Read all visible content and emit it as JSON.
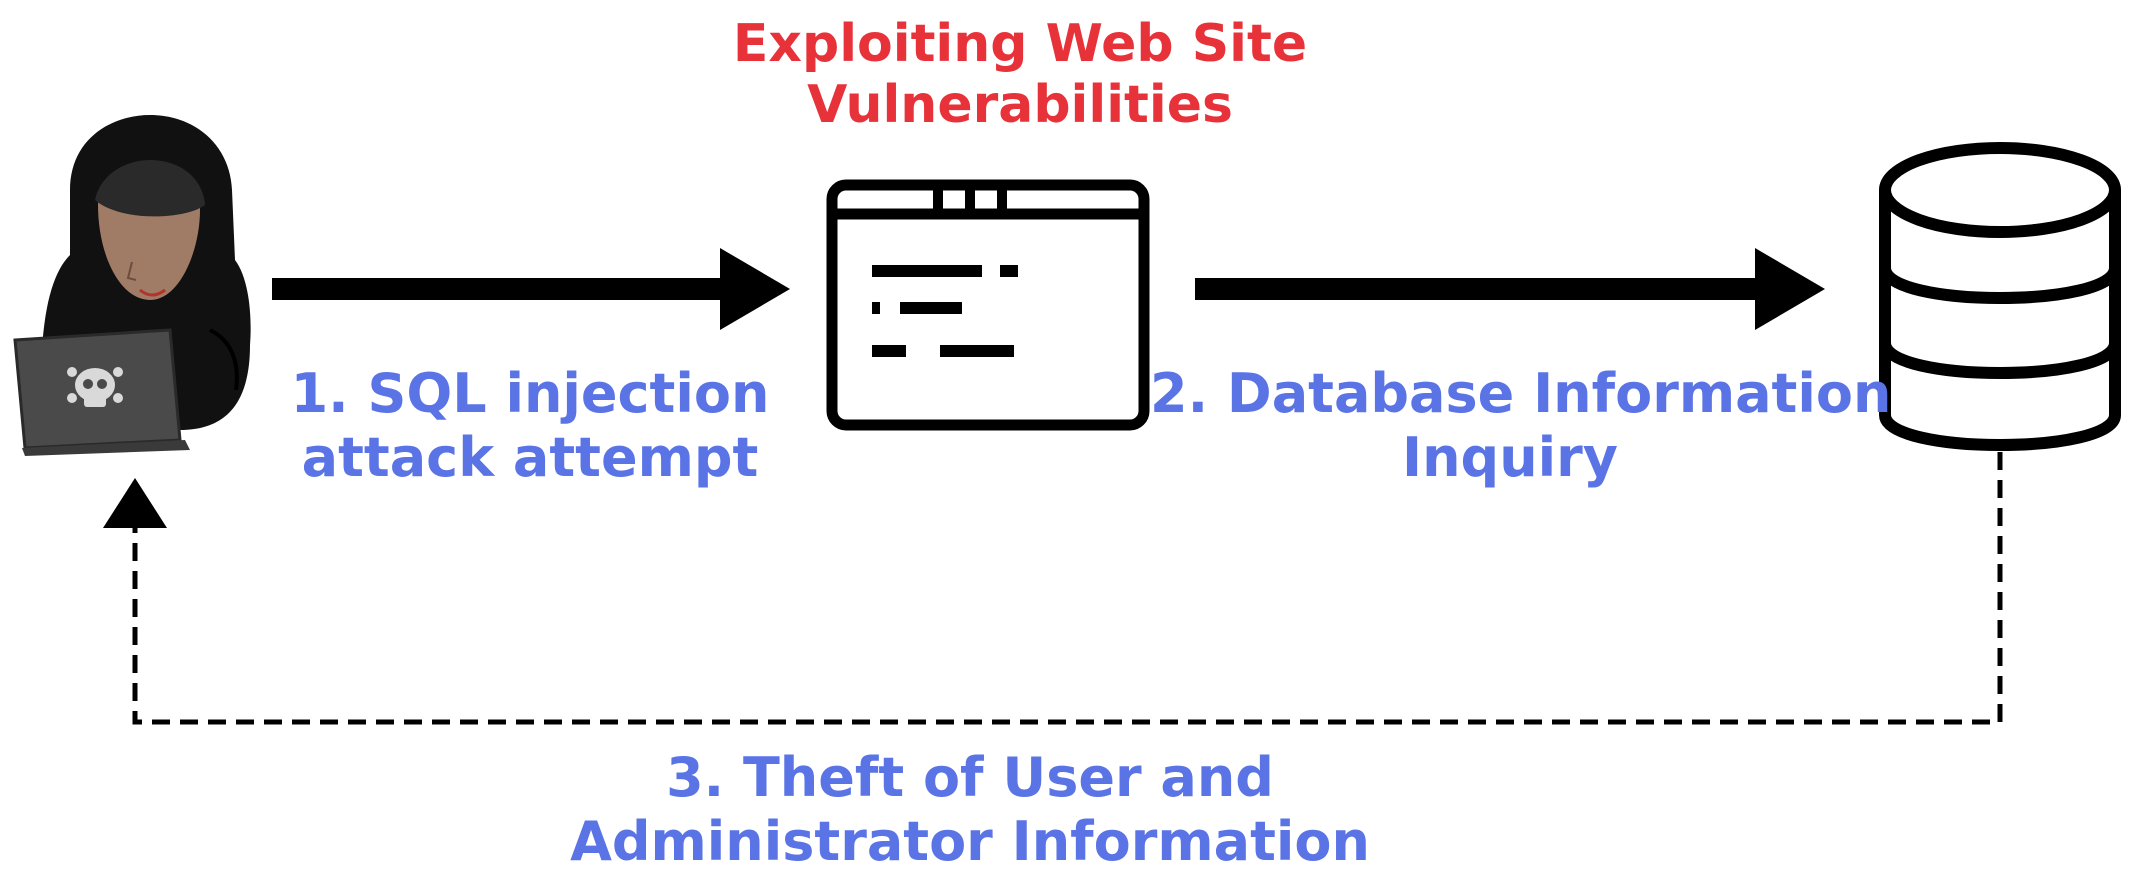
{
  "title": {
    "line1": "Exploiting Web Site",
    "line2": "Vulnerabilities",
    "color": "#e8323a"
  },
  "steps": [
    {
      "line1": "1. SQL injection",
      "line2": "attack attempt",
      "color": "#5a74e6"
    },
    {
      "line1": "2. Database Information",
      "line2": "Inquiry",
      "color": "#5a74e6"
    },
    {
      "line1": "3. Theft of User and",
      "line2": "Administrator Information",
      "color": "#5a74e6"
    }
  ],
  "nodes": [
    {
      "icon": "hacker-with-laptop-icon"
    },
    {
      "icon": "browser-window-icon"
    },
    {
      "icon": "database-icon"
    }
  ],
  "colors": {
    "arrow": "#000000",
    "hood": "#111111",
    "face": "#a07c66",
    "laptop": "#4a4a4a",
    "skull": "#d9d9d9"
  }
}
